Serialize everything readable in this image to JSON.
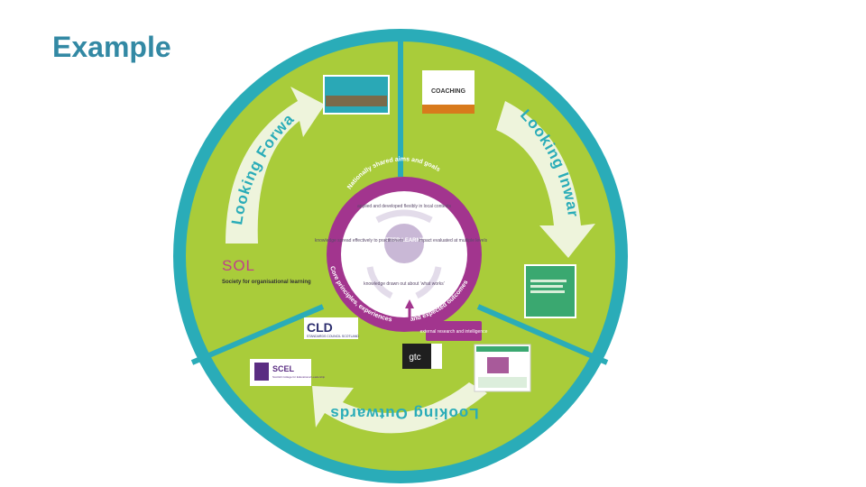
{
  "title": "Example",
  "colors": {
    "ring": "#2aacb8",
    "field": "#a9cc3a",
    "arrow": "#eef4dc",
    "hub_ring": "#a2358e",
    "hub_fill": "#ffffff",
    "hub_core": "#c9b8d6",
    "title": "#3389a4"
  },
  "diagram": {
    "outer_labels": {
      "looking_forwards": "Looking Forwards",
      "looking_inwards": "Looking Inwards",
      "looking_outwards": "Looking Outwards"
    },
    "ring_text": {
      "top": "Nationally shared aims and goals",
      "left": "Core principles, experiences",
      "right": "and expected outcomes"
    },
    "center": "BETTER LEARNING",
    "cycle": {
      "top": "applied and developed flexibly in local contexts",
      "right": "impact evaluated at multiple levels",
      "bottom": "knowledge drawn out about ‘what works’",
      "left": "knowledge spread effectively to practitioners"
    },
    "callout": "external research and intelligence"
  },
  "logos": {
    "sol": {
      "name": "SOL",
      "subtitle": "Society for organisational learning"
    },
    "cld": {
      "name": "CLD",
      "subtitle": "STANDARDS COUNCIL SCOTLAND"
    },
    "scel": {
      "name": "SCEL",
      "subtitle": "Scottish College for Educational Leadership"
    },
    "gtc": {
      "name": "gtc"
    },
    "coaching": {
      "name": "COACHING"
    }
  }
}
